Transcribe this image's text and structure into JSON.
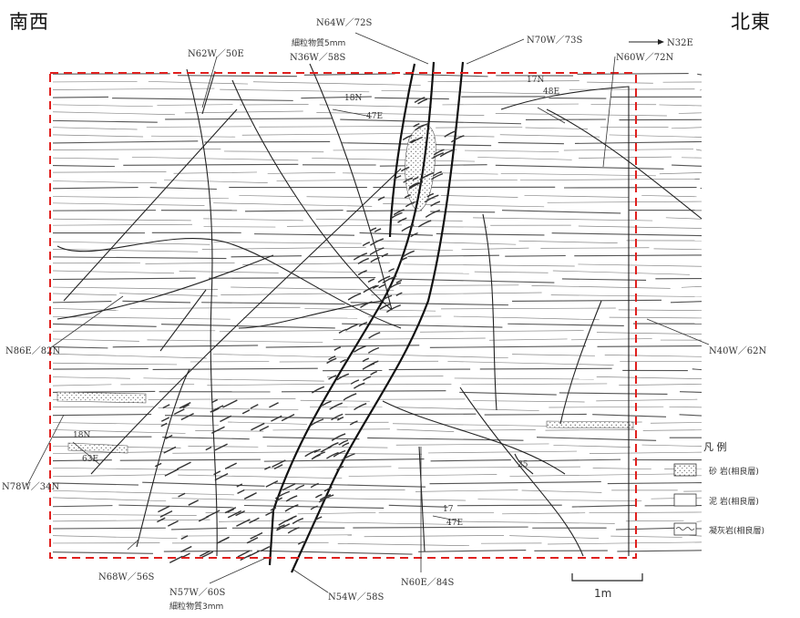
{
  "orientation": {
    "left": "南西",
    "right": "北東"
  },
  "north_arrow": "N32E",
  "annotations": {
    "n64w_72s": "N64W／72S",
    "fine_5mm": "細粒物質5mm",
    "n36w_58s": "N36W／58S",
    "n70w_73s": "N70W／73S",
    "n62w_50e": "N62W／50E",
    "n60w_72n": "N60W／72N",
    "d18n": "18N",
    "d47e": "47E",
    "d17n": "17N",
    "d48e": "48E",
    "n86e_82n": "N86E／82N",
    "n40w_62n": "N40W／62N",
    "d18n_b": "18N",
    "d63e": "63E",
    "n78w_34n": "N78W／34N",
    "d17": "17",
    "d47e_b": "47E",
    "n68w_56s": "N68W／56S",
    "n57w_60s": "N57W／60S",
    "fine_3mm": "細粒物質3mm",
    "n54w_58s": "N54W／58S",
    "n60e_84s": "N60E／84S",
    "d25": "25"
  },
  "legend": {
    "title": "凡 例",
    "items": [
      {
        "label": "砂 岩(相良層)"
      },
      {
        "label": "泥 岩(相良層)"
      },
      {
        "label": "凝灰岩(相良層)"
      }
    ]
  },
  "scale": "1m",
  "colors": {
    "frame": "#e0201e",
    "ink": "#333333"
  }
}
